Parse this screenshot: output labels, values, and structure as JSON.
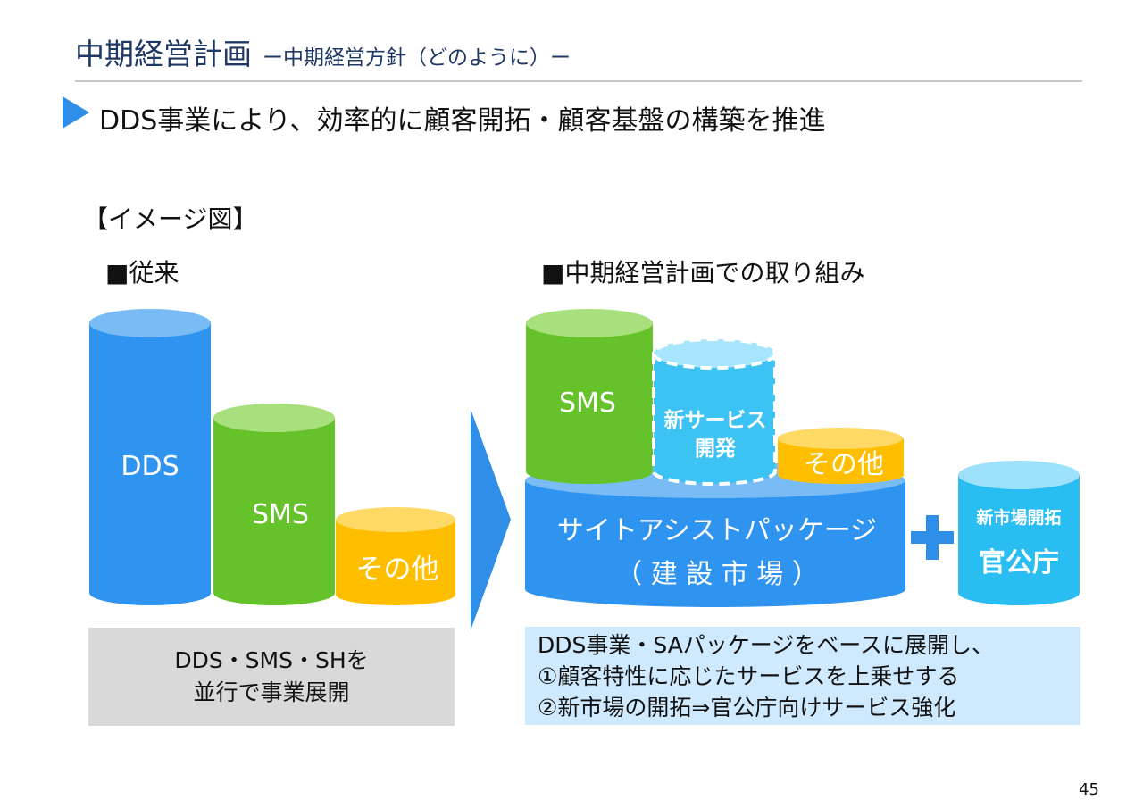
{
  "header": {
    "title": "中期経営計画",
    "subtitle": "ー中期経営方針（どのように）ー"
  },
  "headline": "DDS事業により、効率的に顧客開拓・顧客基盤の構築を推進",
  "image_label": "【イメージ図】",
  "left": {
    "heading": "■従来",
    "cylinders": {
      "dds": "DDS",
      "sms": "SMS",
      "other": "その他"
    },
    "caption": [
      "DDS・SMS・SHを",
      "並行で事業展開"
    ]
  },
  "right": {
    "heading": "■中期経営計画での取り組み",
    "cylinders": {
      "sms": "SMS",
      "new_service_line1": "新サービス",
      "new_service_line2": "開発",
      "other": "その他",
      "base_line1": "サイトアシストパッケージ",
      "base_line2": "（ 建 設 市 場 ）",
      "new_market_title": "新市場開拓",
      "new_market_label": "官公庁"
    },
    "caption": [
      "DDS事業・SAパッケージをベースに展開し、",
      "①顧客特性に応じたサービスを上乗せする",
      "②新市場の開拓⇒官公庁向けサービス強化"
    ]
  },
  "page_number": "45",
  "colors": {
    "title": "#1f3864",
    "accent_blue": "#2e8ee8",
    "green": "#66c22a",
    "orange": "#ffbf00",
    "cyan": "#3cc3f4",
    "left_caption_bg": "#d9d9d9",
    "right_caption_bg": "#cfeaff"
  },
  "icons": {
    "bullet": "triangle-right-icon",
    "transition": "chevron-arrow-icon",
    "plus": "plus-icon"
  }
}
